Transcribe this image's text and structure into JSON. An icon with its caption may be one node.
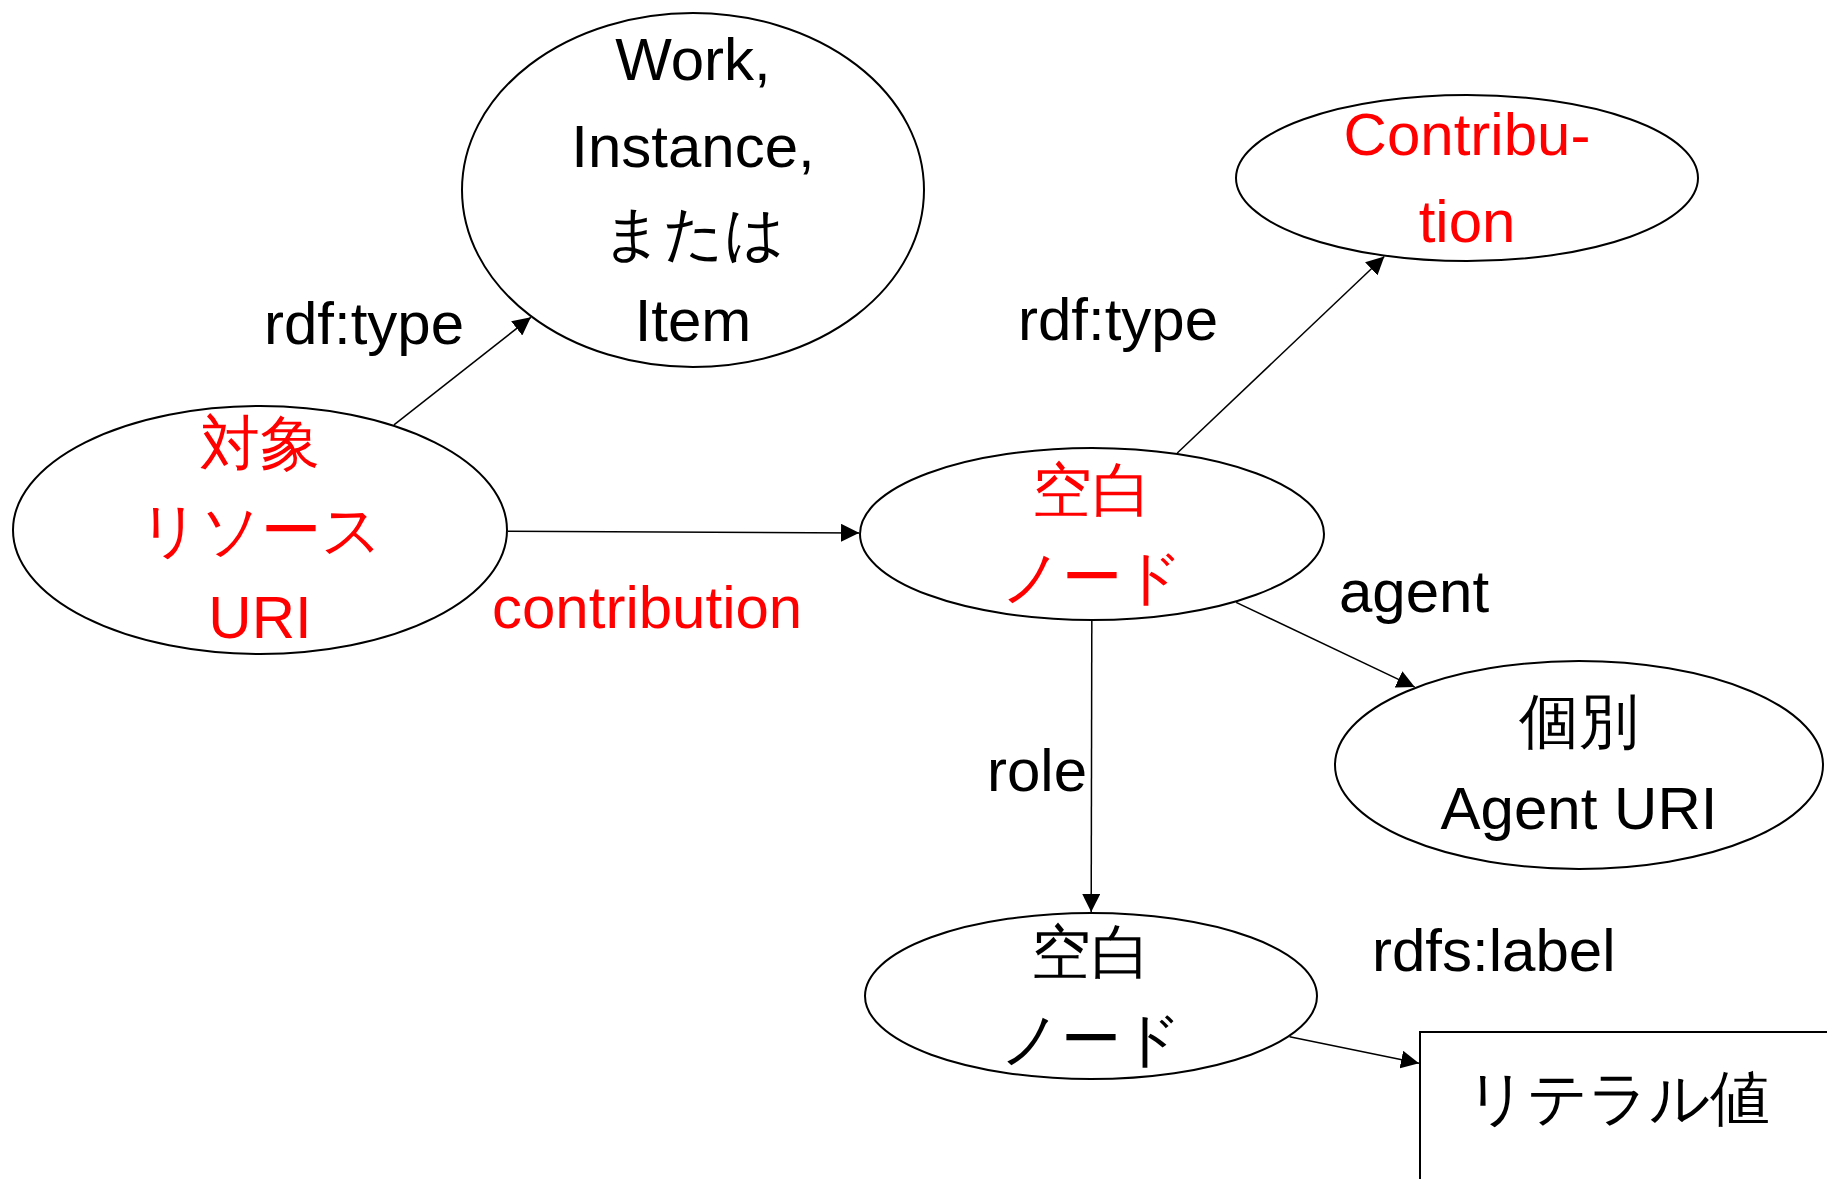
{
  "diagram": {
    "nodes": [
      {
        "text": [
          "対象リソースURI"
        ]
      },
      {
        "text": [
          "Work, Instance, または Item"
        ]
      },
      {
        "text": [
          "Contribu-tion"
        ]
      },
      {
        "text": [
          "空白ノード"
        ]
      },
      {
        "text": [
          "個別 Agent URI"
        ]
      },
      {
        "text": [
          "空白ノード"
        ]
      },
      {
        "text": [
          "リテラル値"
        ]
      }
    ],
    "edges": [
      {
        "from": 0,
        "to": 1,
        "arrow": "to",
        "label": "rdf:type"
      },
      {
        "from": 0,
        "to": 3,
        "arrow": "to",
        "label": "contribution"
      },
      {
        "from": 3,
        "to": 2,
        "arrow": "to",
        "label": "rdf:type"
      },
      {
        "from": 3,
        "to": 4,
        "arrow": "to",
        "label": "agent"
      },
      {
        "from": 3,
        "to": 5,
        "arrow": "to",
        "label": "role"
      },
      {
        "from": 5,
        "to": 6,
        "arrow": "to",
        "label": "rdfs:label"
      }
    ]
  }
}
